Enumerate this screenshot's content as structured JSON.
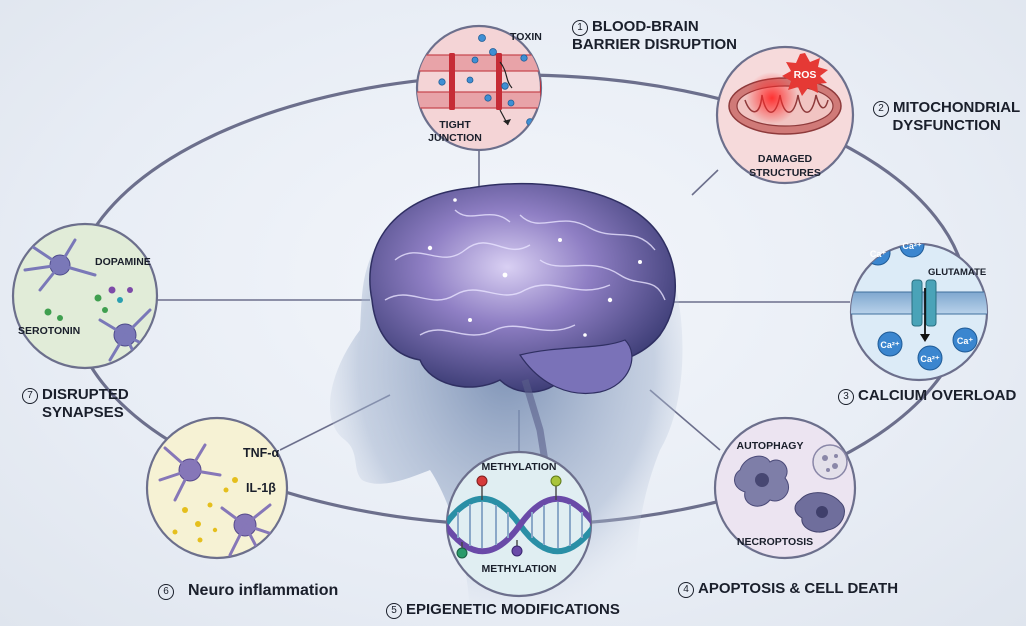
{
  "colors": {
    "ring": "#6c6f8c",
    "bbb_fill": "#f4d4d6",
    "mito_fill": "#f6dadb",
    "calcium_fill": "#dcebf7",
    "apoptosis_fill": "#ece4f1",
    "epigenetic_fill": "#e0eef2",
    "inflammation_fill": "#f6f2d4",
    "synapse_fill": "#e1ecd8",
    "brain_glow": "#a89ad8",
    "ros_red": "#e53935"
  },
  "nodes": [
    {
      "id": "bbb",
      "number": "1",
      "title_lines": [
        "BLOOD-BRAIN",
        "BARRIER DISRUPTION"
      ],
      "labels": {
        "toxin": "TOXIN",
        "junction_1": "TIGHT",
        "junction_2": "JUNCTION"
      }
    },
    {
      "id": "mito",
      "number": "2",
      "title_lines": [
        "MITOCHONDRIAL",
        "DYSFUNCTION"
      ],
      "labels": {
        "ros": "ROS",
        "damaged_1": "DAMAGED",
        "damaged_2": "STRUCTURES"
      }
    },
    {
      "id": "calcium",
      "number": "3",
      "title_lines": [
        "CALCIUM OVERLOAD"
      ],
      "labels": {
        "glutamate": "GLUTAMATE",
        "ion": "Ca²⁺",
        "ion_alt": "Ca⁺"
      }
    },
    {
      "id": "apoptosis",
      "number": "4",
      "title_lines": [
        "APOPTOSIS & CELL DEATH"
      ],
      "labels": {
        "autophagy": "AUTOPHAGY",
        "necroptosis": "NECROPTOSIS"
      }
    },
    {
      "id": "epigenetic",
      "number": "5",
      "title_lines": [
        "EPIGENETIC MODIFICATIONS"
      ],
      "labels": {
        "methylation_top": "METHYLATION",
        "methylation_bottom": "METHYLATION"
      }
    },
    {
      "id": "inflammation",
      "number": "6",
      "title_lines": [
        "Neuro inflammation"
      ],
      "labels": {
        "tnf": "TNF-α",
        "il": "IL-1β"
      }
    },
    {
      "id": "synapses",
      "number": "7",
      "title_lines": [
        "DISRUPTED",
        "SYNAPSES"
      ],
      "labels": {
        "dopamine": "DOPAMINE",
        "serotonin": "SEROTONIN"
      }
    }
  ]
}
